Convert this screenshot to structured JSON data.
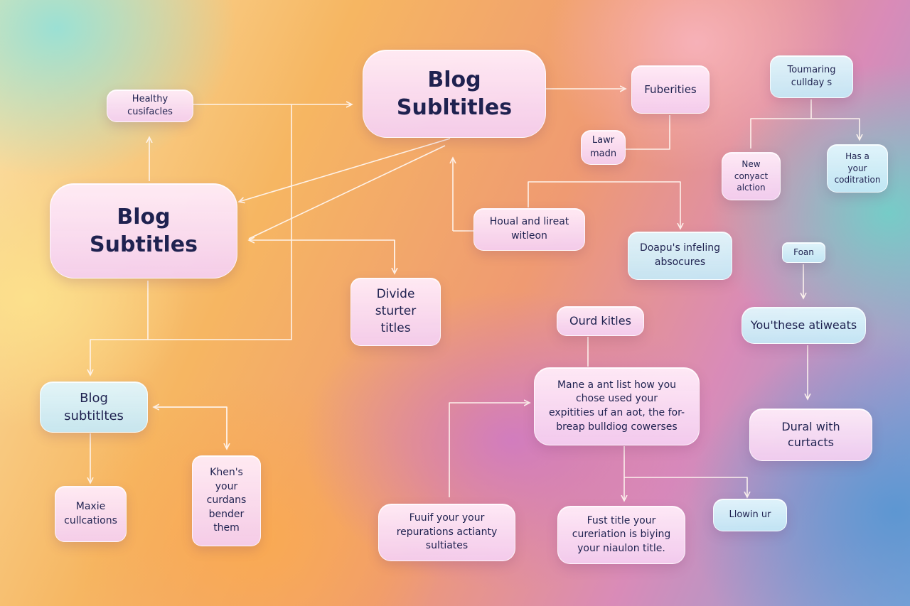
{
  "nodes": {
    "main_top": "Blog\nSubltitles",
    "main_left": "Blog\nSubtitles",
    "healthy": "Healthy\ncusifacles",
    "fuberities": "Fuberities",
    "tourmaring": "Toumaring\ncullday s",
    "lawr": "Lawr\nmadn",
    "new_conyact": "New\nconyact\nalction",
    "has_your": "Has a\nyour\ncoditration",
    "houal": "Houal and lireat\nwitleon",
    "doapu": "Doapu's infeling\nabsocures",
    "foan": "Foan",
    "divide": "Divide\nsturter\ntitles",
    "ourd_kitles": "Ourd kitles",
    "youthese": "You'these atiweats",
    "blog_small": "Blog\nsubtitltes",
    "mane": "Mane a ant list how you\nchose used your\nexpitities uf an aot, the for-\nbreap bulldiog cowerses",
    "dural": "Dural with\ncurtacts",
    "khens": "Khen's\nyour\ncurdans\nbender\nthem",
    "maxie": "Maxie\ncullcations",
    "fuuif": "Fuuif your your\nrepurations actianty\nsultiates",
    "fust_title": "Fust title your\ncureriation is biying\nyour niaulon title.",
    "llowin": "Llowin ur"
  },
  "colors": {
    "connector": "#fff6f0",
    "node_text": "#1f2250"
  }
}
